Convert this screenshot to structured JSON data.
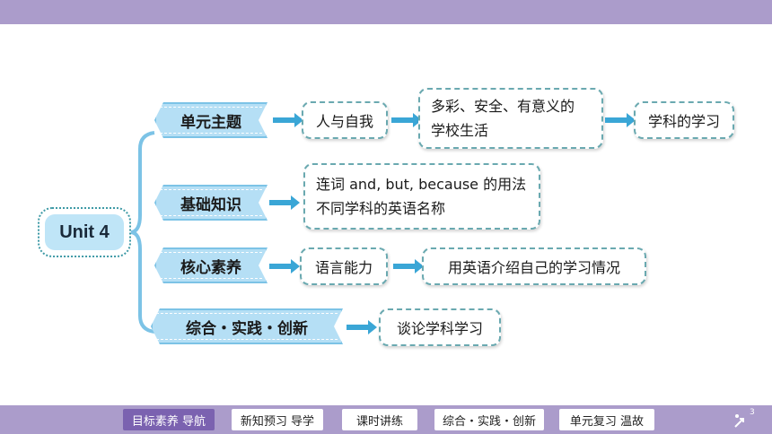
{
  "unit": {
    "label": "Unit 4"
  },
  "branches": [
    {
      "category": "单元主题",
      "items": [
        "人与自我",
        "多彩、安全、有意义的\n学校生活",
        "学科的学习"
      ]
    },
    {
      "category": "基础知识",
      "items": [
        "连词 and, but, because 的用法\n不同学科的英语名称"
      ]
    },
    {
      "category": "核心素养",
      "items": [
        "语言能力",
        "用英语介绍自己的学习情况"
      ]
    },
    {
      "category": "综合・实践・创新",
      "items": [
        "谈论学科学习"
      ]
    }
  ],
  "nav": {
    "items": [
      "目标素养  导航",
      "新知预习  导学",
      "课时讲练",
      "综合・实践・创新",
      "单元复习  温故"
    ],
    "active_index": 0,
    "page_number": "3"
  },
  "colors": {
    "bar": "#ab9ccb",
    "nav_active": "#7b62b0",
    "label_fill": "#b5dff5",
    "arrow": "#3aa6d6",
    "dashed_border": "#6aa9b0"
  }
}
